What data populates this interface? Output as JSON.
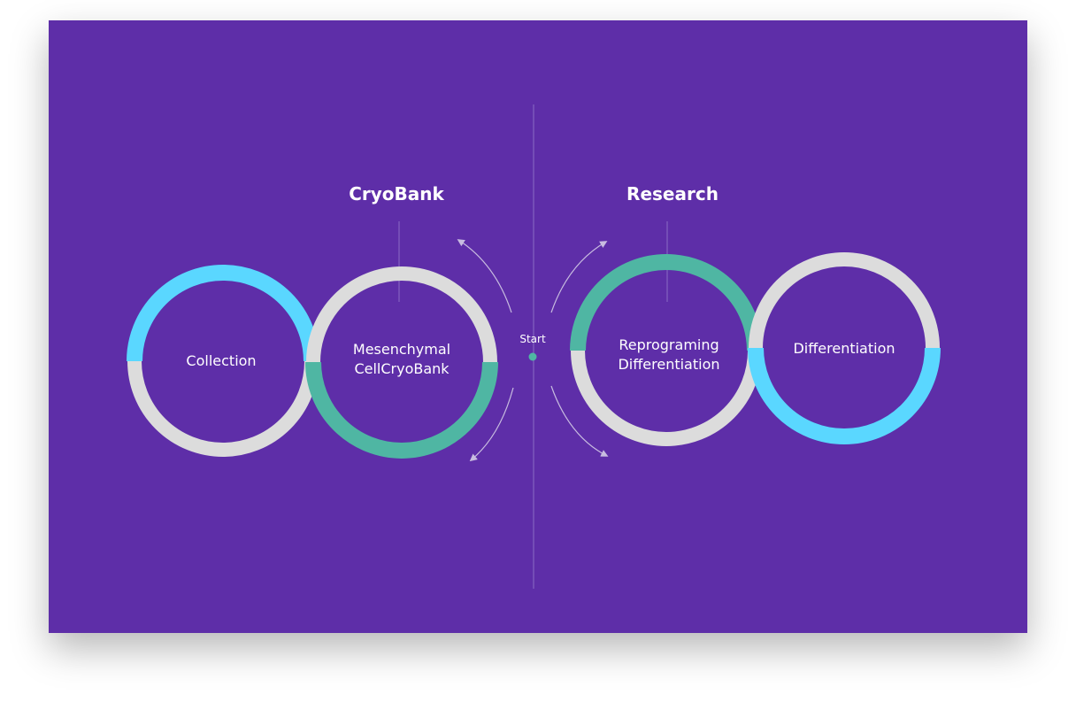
{
  "colors": {
    "background": "#5e2ea8",
    "ring_gray": "#dcdcdc",
    "ring_blue": "#5ad7ff",
    "ring_green": "#4fb6a3",
    "arrow": "#c8bce0",
    "divider": "#8a6cc4",
    "start_dot": "#4fb6a3"
  },
  "diagram": {
    "center_label": "Start",
    "groups": [
      {
        "title": "CryoBank"
      },
      {
        "title": "Research"
      }
    ],
    "circles": [
      {
        "lines": [
          "Collection"
        ],
        "accent": "blue"
      },
      {
        "lines": [
          "Mesenchymal",
          "CellCryoBank"
        ],
        "accent": "green"
      },
      {
        "lines": [
          "Reprograming",
          "Differentiation"
        ],
        "accent": "green"
      },
      {
        "lines": [
          "Differentiation"
        ],
        "accent": "blue"
      }
    ]
  }
}
